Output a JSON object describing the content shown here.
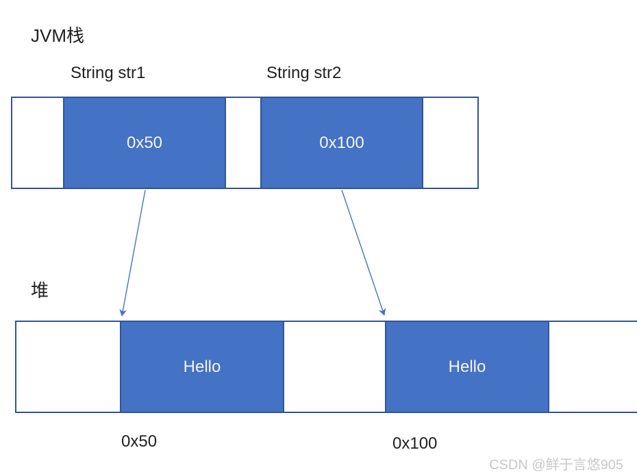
{
  "diagram": {
    "stack_section": {
      "title": "JVM栈",
      "variables": [
        {
          "name": "String str1",
          "value": "0x50"
        },
        {
          "name": "String str2",
          "value": "0x100"
        }
      ]
    },
    "heap_section": {
      "title": "堆",
      "objects": [
        {
          "value": "Hello",
          "address": "0x50"
        },
        {
          "value": "Hello",
          "address": "0x100"
        }
      ]
    },
    "watermark": "CSDN @鲜于言悠905",
    "colors": {
      "cell_fill": "#4472C4",
      "cell_border": "#2F5597",
      "arrow": "#4472C4",
      "watermark_text": "#C8C8C8"
    }
  }
}
